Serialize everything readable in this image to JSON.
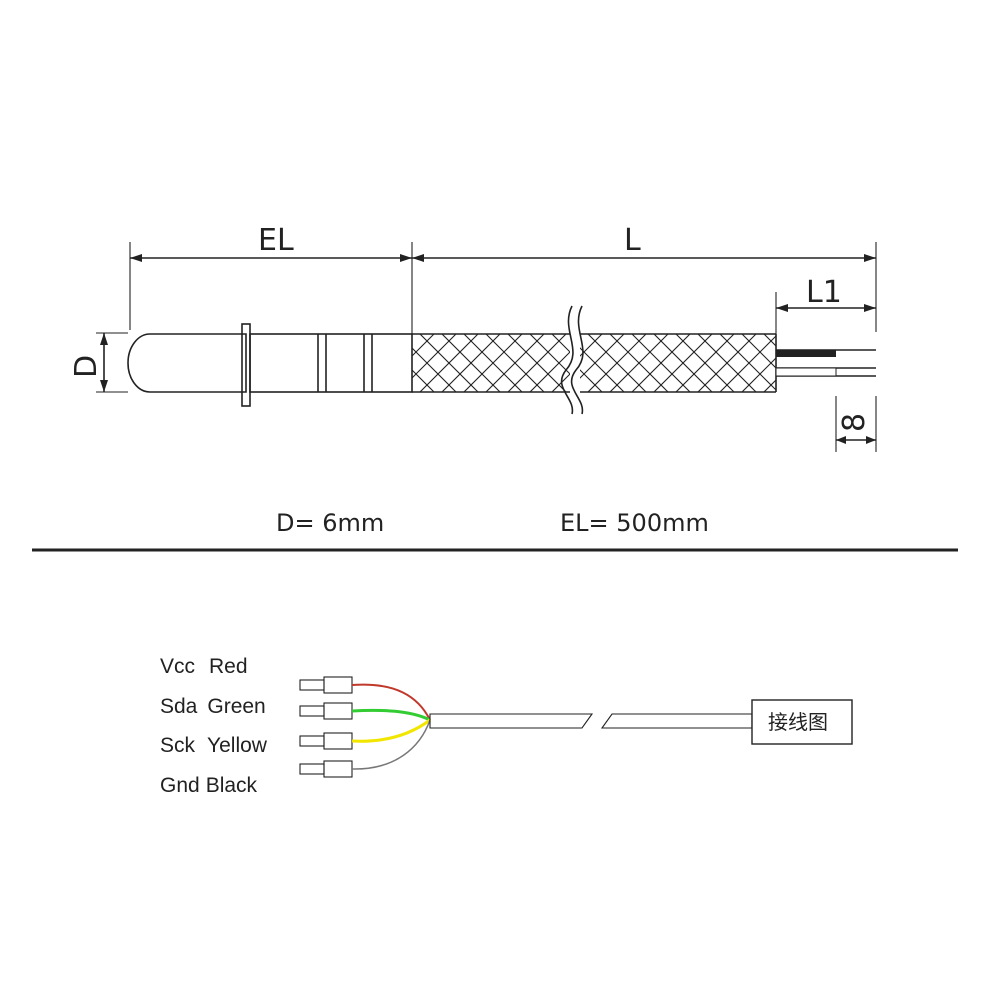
{
  "dimensions": {
    "el": "EL",
    "l": "L",
    "l1": "L1",
    "d": "D",
    "eight": "8"
  },
  "specs": {
    "diameter": "D= 6mm",
    "element_length": "EL= 500mm"
  },
  "wires": [
    {
      "pin": "Vcc",
      "color_name": "Red",
      "color": "#c0392b"
    },
    {
      "pin": "Sda",
      "color_name": "Green",
      "color": "#33cc33"
    },
    {
      "pin": "Sck",
      "color_name": "Yellow",
      "color": "#f2e600"
    },
    {
      "pin": "Gnd",
      "color_name": "Black",
      "color": "#555555"
    }
  ],
  "connector_label": "接线图"
}
